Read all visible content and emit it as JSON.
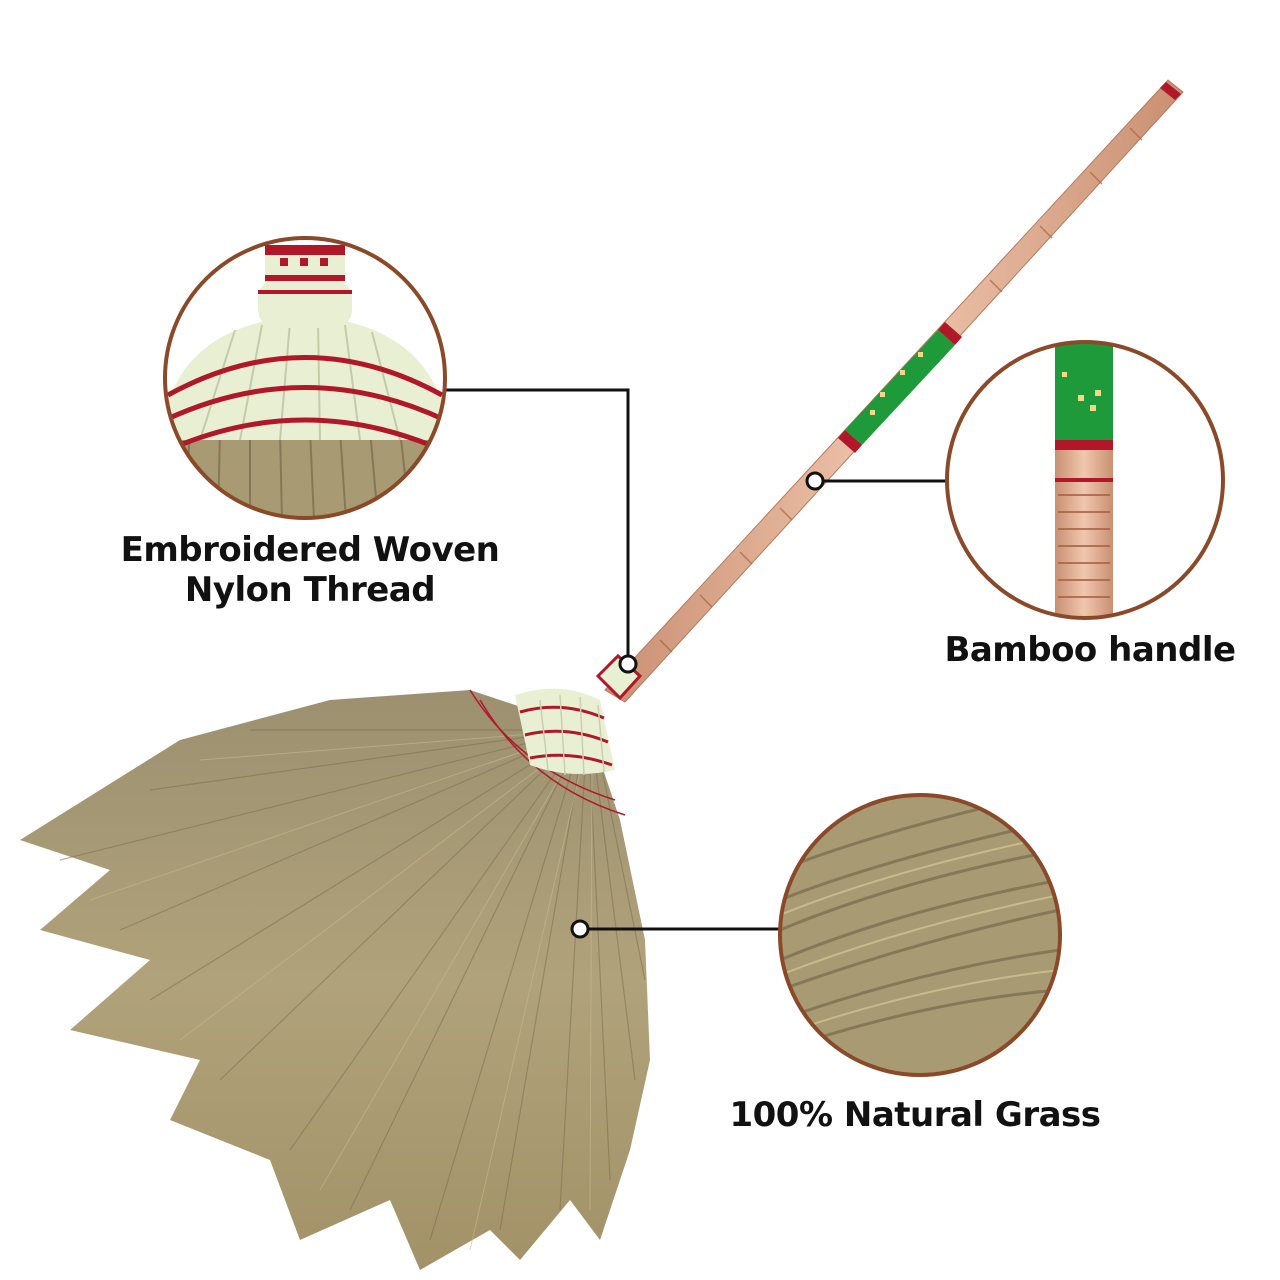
{
  "features": {
    "embroidered": {
      "line1": "Embroidered Woven",
      "line2": "Nylon Thread",
      "icon": "woven-thread-closeup"
    },
    "handle": {
      "label": "Bamboo handle",
      "icon": "bamboo-handle-closeup"
    },
    "grass": {
      "label": "100% Natural Grass",
      "icon": "grass-bristles-closeup"
    }
  },
  "colors": {
    "circle_border": "#8a4a2a",
    "callout_line": "#111111",
    "bristle": "#a89a72",
    "handle": "#d9a98a",
    "wrap_green": "#1f9a3a",
    "accent_red": "#b0182a",
    "weave_cream": "#e9efd3"
  }
}
